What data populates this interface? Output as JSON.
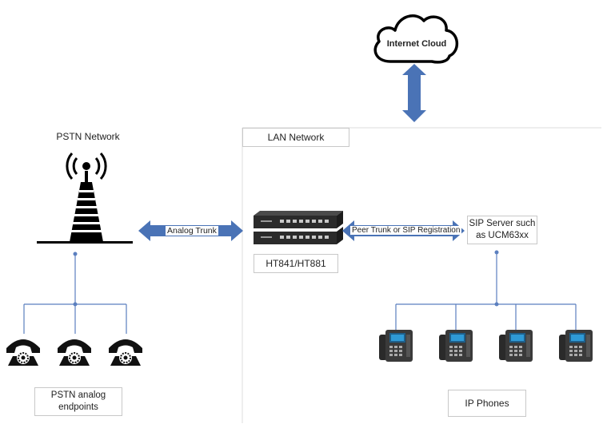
{
  "cloud": {
    "label": "Internet Cloud"
  },
  "pstn": {
    "network_label": "PSTN Network",
    "endpoints_label": "PSTN analog\nendpoints"
  },
  "lan": {
    "label": "LAN Network"
  },
  "trunks": {
    "analog": "Analog Trunk",
    "peer": "Peer Trunk or SIP Registration"
  },
  "gateway": {
    "label": "HT841/HT881"
  },
  "sip_server": {
    "label": "SIP Server such\nas UCM63xx"
  },
  "phones": {
    "label": "IP Phones",
    "count": 4
  },
  "analog_phones": {
    "count": 3
  },
  "colors": {
    "arrow": "#4a73b6",
    "line": "#5b7fbf",
    "box_border": "#c8c8c8"
  }
}
